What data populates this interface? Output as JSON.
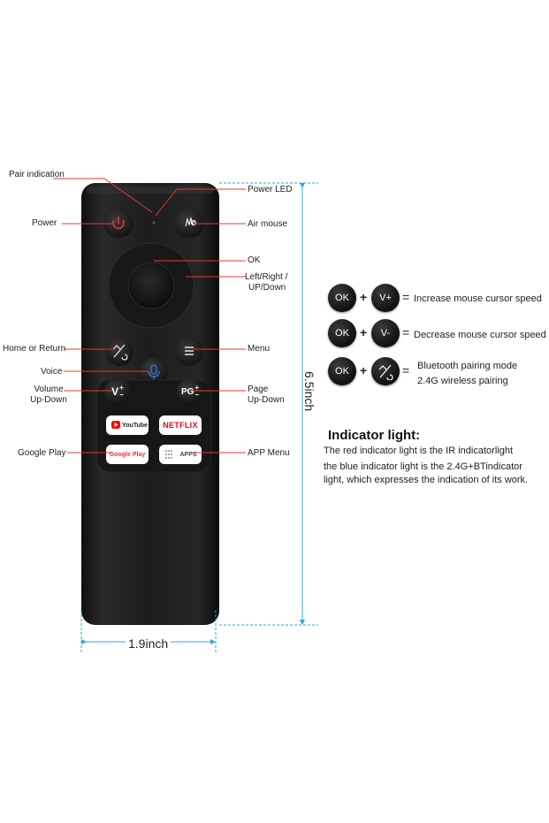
{
  "labels": {
    "pair_indication": "Pair indication",
    "power": "Power",
    "home_or_return": "Home or Return",
    "voice": "Voice",
    "volume": "Volume",
    "volume_sub": "Up-Down",
    "google_play": "Google Play",
    "power_led": "Power LED",
    "air_mouse": "Air mouse",
    "ok": "OK",
    "nav_1": "Left/Right /",
    "nav_2": "UP/Down",
    "menu": "Menu",
    "page": "Page",
    "page_sub": "Up-Down",
    "app_menu": "APP Menu"
  },
  "remote_buttons": {
    "youtube": "YouTube",
    "netflix": "NETFLIX",
    "google_play": "Google Play",
    "apps": "APPS",
    "volume": "V",
    "page": "PG"
  },
  "dimensions": {
    "height": "6.5inch",
    "width": "1.9inch"
  },
  "combos": [
    {
      "key1": "OK",
      "key2": "V+",
      "text": "Increase mouse cursor speed"
    },
    {
      "key1": "OK",
      "key2": "V-",
      "text": "Decrease mouse cursor speed"
    },
    {
      "key1": "OK",
      "key2_icon": "home-return-icon",
      "text": "Bluetooth pairing mode",
      "text2": "2.4G wireless pairing"
    }
  ],
  "indicator": {
    "title": "Indicator light:",
    "line1": "The red indicator light is the IR indicatorlight",
    "line2": "the blue indicator light is the 2.4G+BTindicator",
    "line3": "light, which expresses the indication of its work."
  },
  "colors": {
    "remote_body": "#1c1c1c",
    "leader_red": "#e53935",
    "dimension_cyan": "#29a9d6",
    "power_red": "#e53935",
    "voice_blue": "#2b7de9",
    "netflix_red": "#e50914",
    "youtube_red": "#ff0000"
  }
}
